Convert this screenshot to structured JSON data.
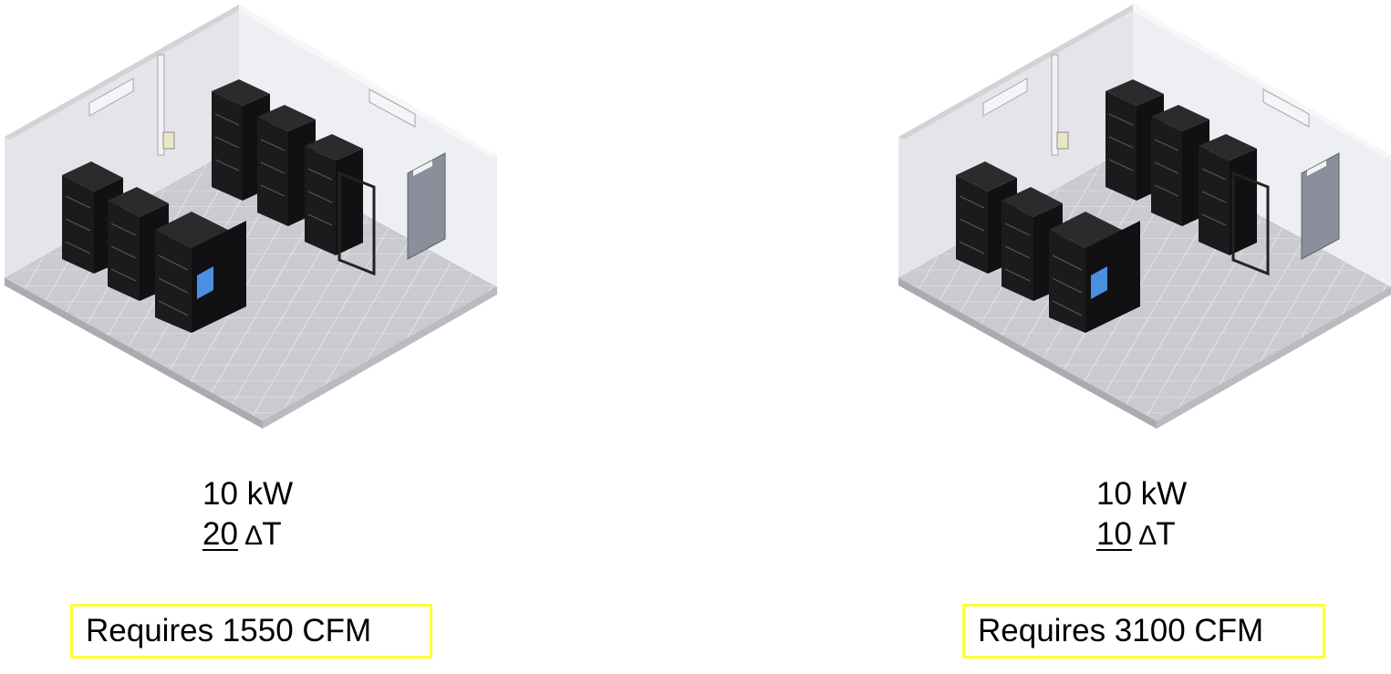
{
  "scenarios": [
    {
      "power": "10 kW",
      "delta_value": "20",
      "delta_symbol": "∆",
      "delta_unit": "T",
      "requirement": "Requires 1550 CFM"
    },
    {
      "power": "10 kW",
      "delta_value": "10",
      "delta_symbol": "∆",
      "delta_unit": "T",
      "requirement": "Requires 3100 CFM"
    }
  ],
  "colors": {
    "wall": "#e8e9ec",
    "floor": "#c9cbd0",
    "rack": "#1b1b1d",
    "highlight_border": "#ffff33"
  }
}
